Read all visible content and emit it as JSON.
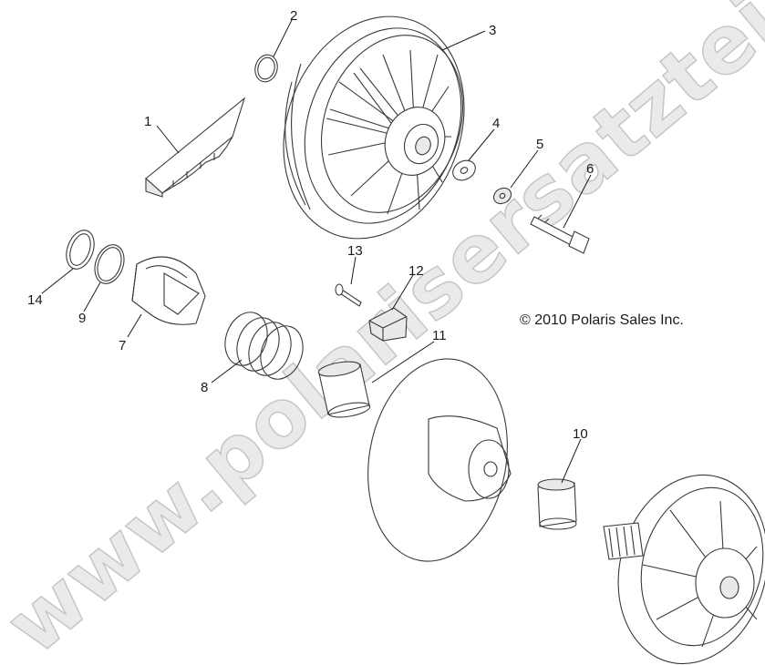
{
  "watermark": "www.polarisersatzteile.de",
  "copyright": "© 2010 Polaris Sales Inc.",
  "callouts": [
    {
      "label": "1"
    },
    {
      "label": "2"
    },
    {
      "label": "3"
    },
    {
      "label": "4"
    },
    {
      "label": "5"
    },
    {
      "label": "6"
    },
    {
      "label": "7"
    },
    {
      "label": "8"
    },
    {
      "label": "9"
    },
    {
      "label": "10"
    },
    {
      "label": "11"
    },
    {
      "label": "12"
    },
    {
      "label": "13"
    },
    {
      "label": "14"
    }
  ],
  "colors": {
    "line": "#3a3a3a",
    "watermark": "#d8d8d8",
    "background": "#ffffff"
  }
}
